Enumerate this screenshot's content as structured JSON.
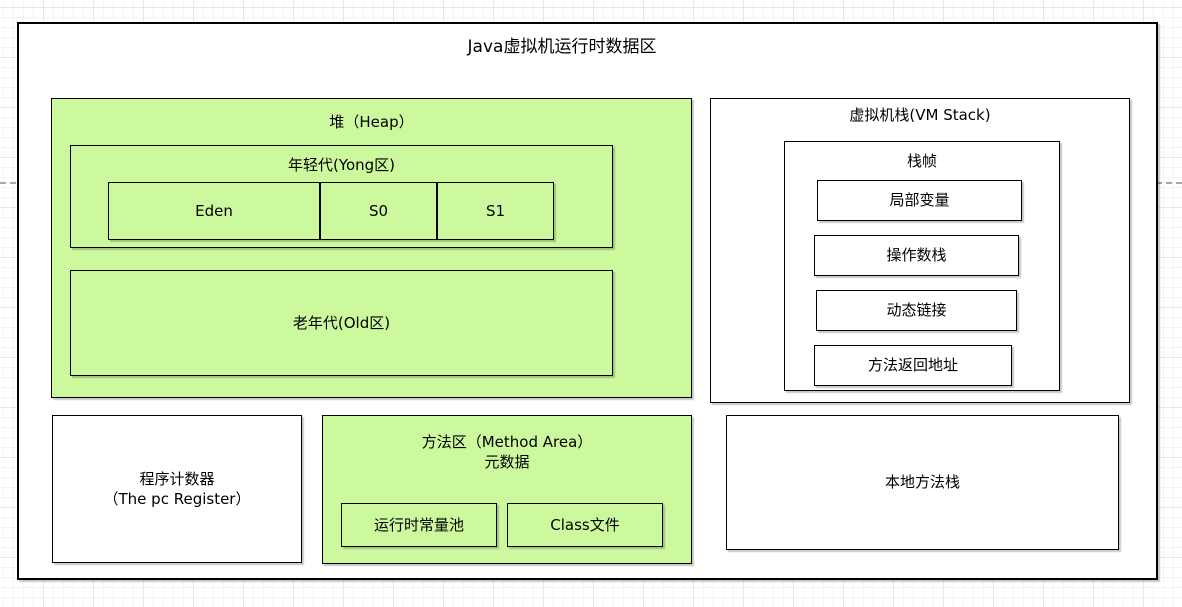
{
  "diagram": {
    "title": "Java虚拟机运行时数据区"
  },
  "colors": {
    "shape_green": "#ccf99e",
    "shape_white": "#ffffff",
    "shape_border": "#000000",
    "guide_line": "#a6a6a6"
  },
  "heap": {
    "label": "堆（Heap）",
    "young_gen": {
      "label": "年轻代(Yong区)",
      "cells": [
        "Eden",
        "S0",
        "S1"
      ]
    },
    "old_gen": {
      "label": "老年代(Old区)"
    }
  },
  "vm_stack": {
    "label": "虚拟机栈(VM Stack)",
    "stack_frame": {
      "label": "栈帧",
      "items": [
        "局部变量",
        "操作数栈",
        "动态链接",
        "方法返回地址"
      ]
    }
  },
  "pc_register": {
    "label_line1": "程序计数器",
    "label_line2": "（The pc Register）"
  },
  "method_area": {
    "label_line1": "方法区（Method Area）",
    "label_line2": "元数据",
    "items": [
      "运行时常量池",
      "Class文件"
    ]
  },
  "native_method_stack": {
    "label": "本地方法栈"
  }
}
